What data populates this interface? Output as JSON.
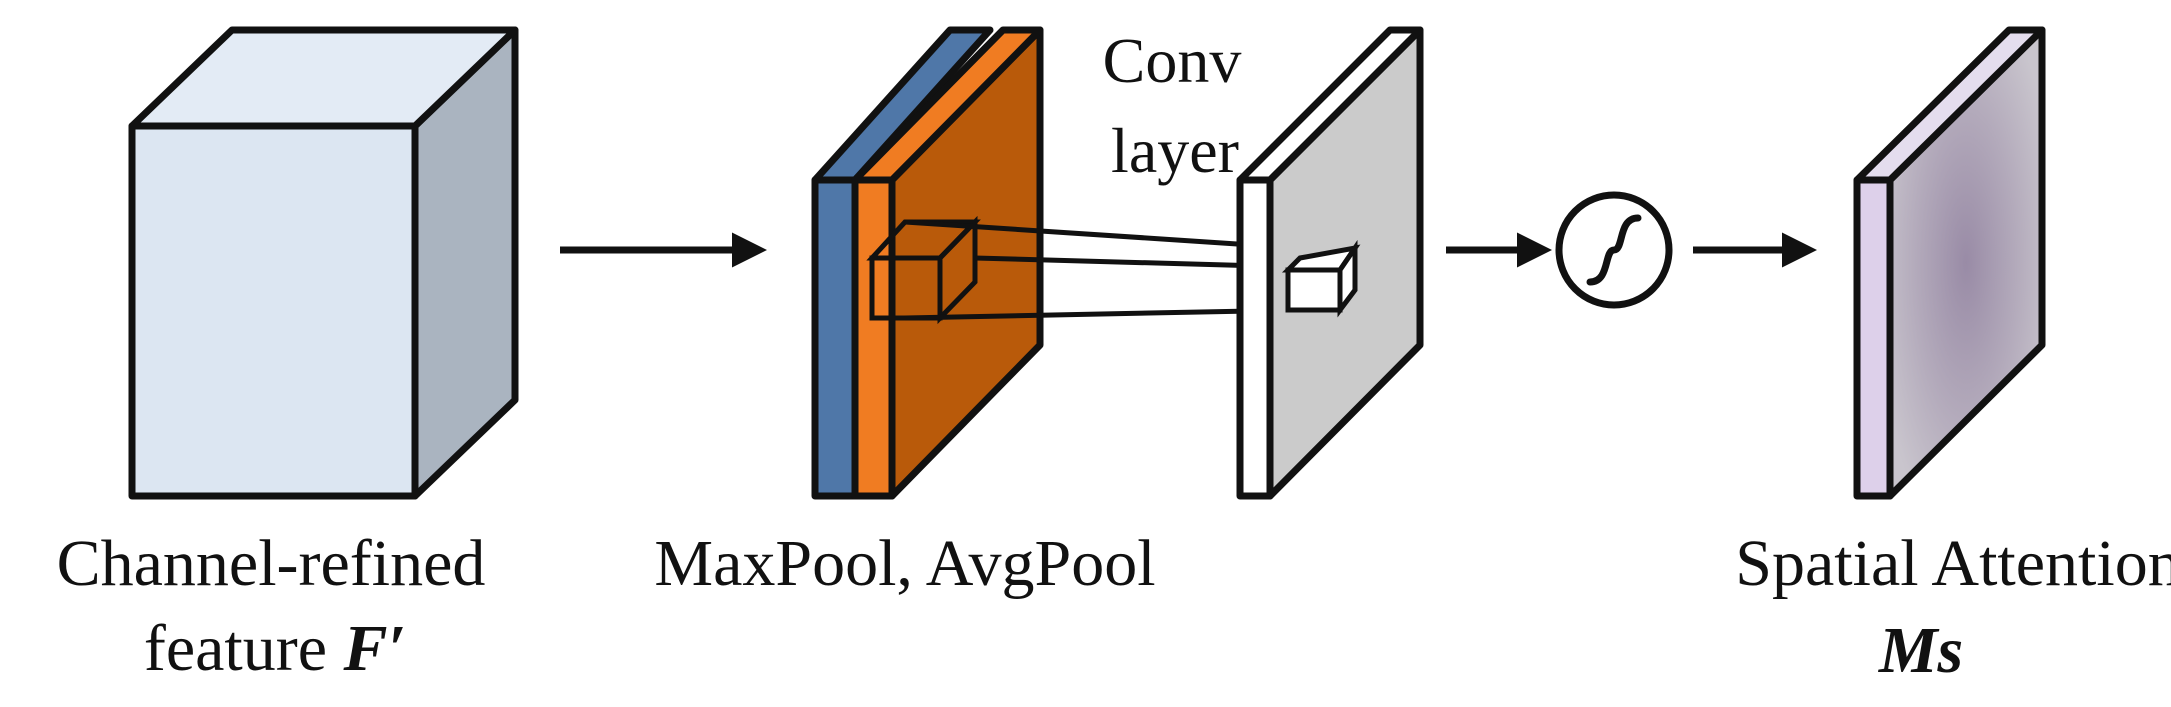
{
  "labels": {
    "input_line1": "Channel-refined",
    "input_line2_prefix": "feature ",
    "input_symbol": "F′",
    "pool": "MaxPool, AvgPool",
    "conv_line1": "Conv",
    "conv_line2": "layer",
    "output_line1": "Spatial Attention",
    "output_symbol": "Ms"
  },
  "colors": {
    "input_front": "#dce6f2",
    "input_top": "#e3ebf5",
    "input_side": "#aab4c0",
    "maxpool_blue": "#4f77a8",
    "avgpool_orange": "#f07c22",
    "avgpool_orange_dark": "#b95a0a",
    "conv_map_side": "#cbcbcb",
    "attention_front": "#ddd0ea",
    "attention_center": "#998ba6",
    "attention_edge": "#c7c2cc"
  },
  "icons": {
    "sigmoid": "sigmoid-icon",
    "arrow": "right-arrow-icon"
  }
}
